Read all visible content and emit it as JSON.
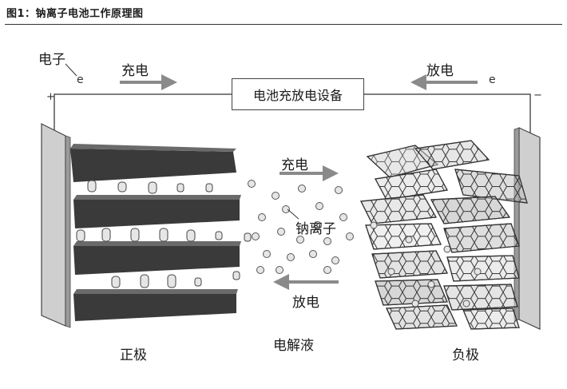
{
  "figure_title": "图1：钠离子电池工作原理图",
  "electron_label": "电子",
  "electron_symbol": "e",
  "charge_label_top": "充电",
  "discharge_label_top": "放电",
  "device_label": "电池充放电设备",
  "plus_sign": "+",
  "minus_sign": "−",
  "charge_label_mid": "充电",
  "discharge_label_mid": "放电",
  "sodium_ion_label": "钠离子",
  "positive_electrode_label": "正极",
  "electrolyte_label": "电解液",
  "negative_electrode_label": "负极",
  "colors": {
    "arrow": "#8a8a8a",
    "electrode": "#c8c8c8",
    "layer": "#3a3a3a",
    "wire": "#555555"
  }
}
